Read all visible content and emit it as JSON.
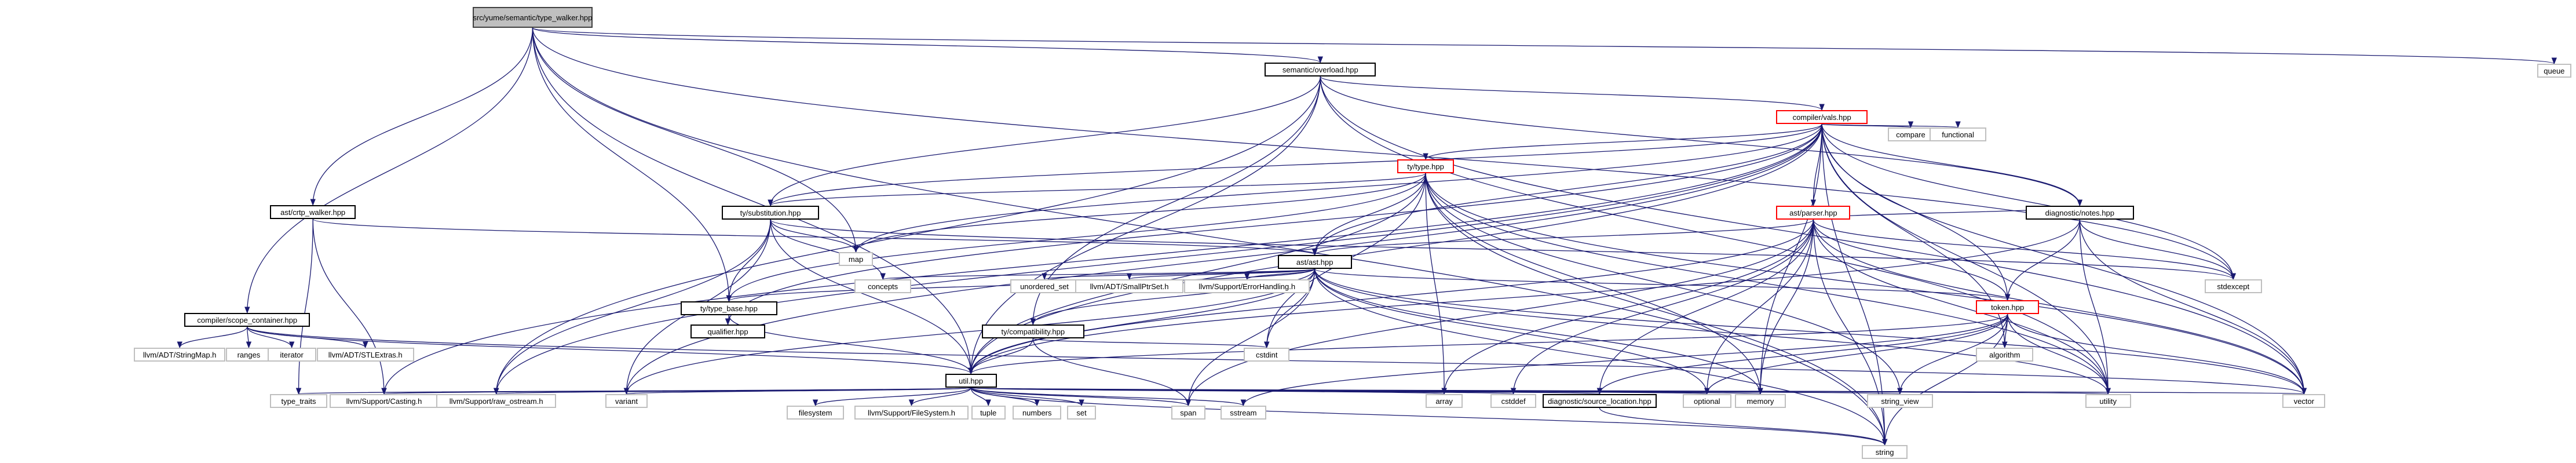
{
  "graph": {
    "title": "include dependency graph",
    "colors": {
      "edge": "#191970",
      "root_fill": "#bfbfbf",
      "doc_border": "#000000",
      "truncated_border": "#ff0000",
      "external_border": "#bfbfbf"
    },
    "nodes": [
      {
        "id": "root",
        "label": "src/yume/semantic/type_walker.hpp",
        "kind": "root"
      },
      {
        "id": "overload",
        "label": "semantic/overload.hpp",
        "kind": "doc"
      },
      {
        "id": "queue",
        "label": "queue",
        "kind": "ext"
      },
      {
        "id": "vals",
        "label": "compiler/vals.hpp",
        "kind": "trunc"
      },
      {
        "id": "compare",
        "label": "compare",
        "kind": "ext"
      },
      {
        "id": "functional",
        "label": "functional",
        "kind": "ext"
      },
      {
        "id": "type",
        "label": "ty/type.hpp",
        "kind": "trunc"
      },
      {
        "id": "crtp",
        "label": "ast/crtp_walker.hpp",
        "kind": "doc"
      },
      {
        "id": "subst",
        "label": "ty/substitution.hpp",
        "kind": "doc"
      },
      {
        "id": "map",
        "label": "map",
        "kind": "ext"
      },
      {
        "id": "parser",
        "label": "ast/parser.hpp",
        "kind": "trunc"
      },
      {
        "id": "diagnotes",
        "label": "diagnostic/notes.hpp",
        "kind": "doc"
      },
      {
        "id": "ast",
        "label": "ast/ast.hpp",
        "kind": "doc"
      },
      {
        "id": "stdexcept",
        "label": "stdexcept",
        "kind": "ext"
      },
      {
        "id": "concepts",
        "label": "concepts",
        "kind": "ext"
      },
      {
        "id": "uset",
        "label": "unordered_set",
        "kind": "ext"
      },
      {
        "id": "smallptr",
        "label": "llvm/ADT/SmallPtrSet.h",
        "kind": "ext"
      },
      {
        "id": "errh",
        "label": "llvm/Support/ErrorHandling.h",
        "kind": "ext"
      },
      {
        "id": "typebase",
        "label": "ty/type_base.hpp",
        "kind": "doc"
      },
      {
        "id": "token",
        "label": "token.hpp",
        "kind": "trunc"
      },
      {
        "id": "qualifier",
        "label": "qualifier.hpp",
        "kind": "doc"
      },
      {
        "id": "compat",
        "label": "ty/compatibility.hpp",
        "kind": "doc"
      },
      {
        "id": "scope",
        "label": "compiler/scope_container.hpp",
        "kind": "doc"
      },
      {
        "id": "strmap",
        "label": "llvm/ADT/StringMap.h",
        "kind": "ext"
      },
      {
        "id": "ranges",
        "label": "ranges",
        "kind": "ext"
      },
      {
        "id": "iterator",
        "label": "iterator",
        "kind": "ext"
      },
      {
        "id": "stlextras",
        "label": "llvm/ADT/STLExtras.h",
        "kind": "ext"
      },
      {
        "id": "algorithm",
        "label": "algorithm",
        "kind": "ext"
      },
      {
        "id": "cstdint",
        "label": "cstdint",
        "kind": "ext"
      },
      {
        "id": "std",
        "label": "util.hpp",
        "kind": "doc"
      },
      {
        "id": "typetraits",
        "label": "type_traits",
        "kind": "ext"
      },
      {
        "id": "casting",
        "label": "llvm/Support/Casting.h",
        "kind": "ext"
      },
      {
        "id": "rawos",
        "label": "llvm/Support/raw_ostream.h",
        "kind": "ext"
      },
      {
        "id": "variant",
        "label": "variant",
        "kind": "ext"
      },
      {
        "id": "filesystem",
        "label": "filesystem",
        "kind": "ext"
      },
      {
        "id": "fsh",
        "label": "llvm/Support/FileSystem.h",
        "kind": "ext"
      },
      {
        "id": "tuple",
        "label": "tuple",
        "kind": "ext"
      },
      {
        "id": "numbers",
        "label": "numbers",
        "kind": "ext"
      },
      {
        "id": "set",
        "label": "set",
        "kind": "ext"
      },
      {
        "id": "span",
        "label": "span",
        "kind": "ext"
      },
      {
        "id": "sstream",
        "label": "sstream",
        "kind": "ext"
      },
      {
        "id": "array",
        "label": "array",
        "kind": "ext"
      },
      {
        "id": "cstddef",
        "label": "cstddef",
        "kind": "ext"
      },
      {
        "id": "srcloc",
        "label": "diagnostic/source_location.hpp",
        "kind": "doc"
      },
      {
        "id": "optional",
        "label": "optional",
        "kind": "ext"
      },
      {
        "id": "memory",
        "label": "memory",
        "kind": "ext"
      },
      {
        "id": "strview",
        "label": "string_view",
        "kind": "ext"
      },
      {
        "id": "utility",
        "label": "utility",
        "kind": "ext"
      },
      {
        "id": "vector",
        "label": "vector",
        "kind": "ext"
      },
      {
        "id": "string",
        "label": "string",
        "kind": "ext"
      }
    ],
    "edges": [
      [
        "root",
        "overload"
      ],
      [
        "root",
        "queue"
      ],
      [
        "root",
        "crtp"
      ],
      [
        "root",
        "scope"
      ],
      [
        "root",
        "std"
      ],
      [
        "root",
        "typebase"
      ],
      [
        "root",
        "map"
      ],
      [
        "root",
        "string"
      ],
      [
        "root",
        "stdexcept"
      ],
      [
        "overload",
        "vals"
      ],
      [
        "overload",
        "subst"
      ],
      [
        "overload",
        "compat"
      ],
      [
        "overload",
        "diagnotes"
      ],
      [
        "overload",
        "std"
      ],
      [
        "overload",
        "rawos"
      ],
      [
        "overload",
        "vector"
      ],
      [
        "overload",
        "utility"
      ],
      [
        "vals",
        "compare"
      ],
      [
        "vals",
        "functional"
      ],
      [
        "vals",
        "type"
      ],
      [
        "vals",
        "parser"
      ],
      [
        "vals",
        "ast"
      ],
      [
        "vals",
        "diagnotes"
      ],
      [
        "vals",
        "subst"
      ],
      [
        "vals",
        "map"
      ],
      [
        "vals",
        "std"
      ],
      [
        "vals",
        "casting"
      ],
      [
        "vals",
        "rawos"
      ],
      [
        "vals",
        "variant"
      ],
      [
        "vals",
        "memory"
      ],
      [
        "vals",
        "algorithm"
      ],
      [
        "vals",
        "token"
      ],
      [
        "vals",
        "string"
      ],
      [
        "vals",
        "vector"
      ],
      [
        "vals",
        "utility"
      ],
      [
        "vals",
        "stdexcept"
      ],
      [
        "vals",
        "qualifier"
      ],
      [
        "type",
        "ast"
      ],
      [
        "type",
        "subst"
      ],
      [
        "type",
        "typebase"
      ],
      [
        "type",
        "map"
      ],
      [
        "type",
        "std"
      ],
      [
        "type",
        "cstdint"
      ],
      [
        "type",
        "array"
      ],
      [
        "type",
        "memory"
      ],
      [
        "type",
        "string"
      ],
      [
        "type",
        "utility"
      ],
      [
        "type",
        "vector"
      ],
      [
        "type",
        "strview"
      ],
      [
        "crtp",
        "ast"
      ],
      [
        "crtp",
        "typetraits"
      ],
      [
        "crtp",
        "casting"
      ],
      [
        "subst",
        "typebase"
      ],
      [
        "subst",
        "concepts"
      ],
      [
        "subst",
        "map"
      ],
      [
        "subst",
        "std"
      ],
      [
        "subst",
        "variant"
      ],
      [
        "subst",
        "rawos"
      ],
      [
        "subst",
        "stdexcept"
      ],
      [
        "parser",
        "ast"
      ],
      [
        "parser",
        "diagnotes"
      ],
      [
        "parser",
        "token"
      ],
      [
        "parser",
        "std"
      ],
      [
        "parser",
        "span"
      ],
      [
        "parser",
        "array"
      ],
      [
        "parser",
        "cstddef"
      ],
      [
        "parser",
        "srcloc"
      ],
      [
        "parser",
        "optional"
      ],
      [
        "parser",
        "memory"
      ],
      [
        "parser",
        "string"
      ],
      [
        "parser",
        "utility"
      ],
      [
        "parser",
        "vector"
      ],
      [
        "parser",
        "stdexcept"
      ],
      [
        "diagnotes",
        "token"
      ],
      [
        "diagnotes",
        "std"
      ],
      [
        "diagnotes",
        "stdexcept"
      ],
      [
        "diagnotes",
        "utility"
      ],
      [
        "diagnotes",
        "vector"
      ],
      [
        "ast",
        "concepts"
      ],
      [
        "ast",
        "uset"
      ],
      [
        "ast",
        "smallptr"
      ],
      [
        "ast",
        "errh"
      ],
      [
        "ast",
        "typebase"
      ],
      [
        "ast",
        "compat"
      ],
      [
        "ast",
        "token"
      ],
      [
        "ast",
        "std"
      ],
      [
        "ast",
        "cstdint"
      ],
      [
        "ast",
        "variant"
      ],
      [
        "ast",
        "span"
      ],
      [
        "ast",
        "optional"
      ],
      [
        "ast",
        "memory"
      ],
      [
        "ast",
        "string"
      ],
      [
        "ast",
        "utility"
      ],
      [
        "ast",
        "vector"
      ],
      [
        "typebase",
        "qualifier"
      ],
      [
        "typebase",
        "std"
      ],
      [
        "compat",
        "std"
      ],
      [
        "compat",
        "cstdint"
      ],
      [
        "compat",
        "span"
      ],
      [
        "token",
        "algorithm"
      ],
      [
        "token",
        "std"
      ],
      [
        "token",
        "srcloc"
      ],
      [
        "token",
        "optional"
      ],
      [
        "token",
        "strview"
      ],
      [
        "token",
        "string"
      ],
      [
        "token",
        "utility"
      ],
      [
        "token",
        "vector"
      ],
      [
        "token",
        "sstream"
      ],
      [
        "scope",
        "strmap"
      ],
      [
        "scope",
        "ranges"
      ],
      [
        "scope",
        "iterator"
      ],
      [
        "scope",
        "stlextras"
      ],
      [
        "scope",
        "std"
      ],
      [
        "scope",
        "vector"
      ],
      [
        "std",
        "typetraits"
      ],
      [
        "std",
        "casting"
      ],
      [
        "std",
        "rawos"
      ],
      [
        "std",
        "variant"
      ],
      [
        "std",
        "filesystem"
      ],
      [
        "std",
        "fsh"
      ],
      [
        "std",
        "tuple"
      ],
      [
        "std",
        "numbers"
      ],
      [
        "std",
        "set"
      ],
      [
        "std",
        "span"
      ],
      [
        "std",
        "sstream"
      ],
      [
        "std",
        "array"
      ],
      [
        "std",
        "cstddef"
      ],
      [
        "std",
        "srcloc"
      ],
      [
        "std",
        "optional"
      ],
      [
        "std",
        "memory"
      ],
      [
        "std",
        "strview"
      ],
      [
        "std",
        "utility"
      ],
      [
        "std",
        "vector"
      ],
      [
        "std",
        "string"
      ],
      [
        "srcloc",
        "string"
      ]
    ]
  }
}
